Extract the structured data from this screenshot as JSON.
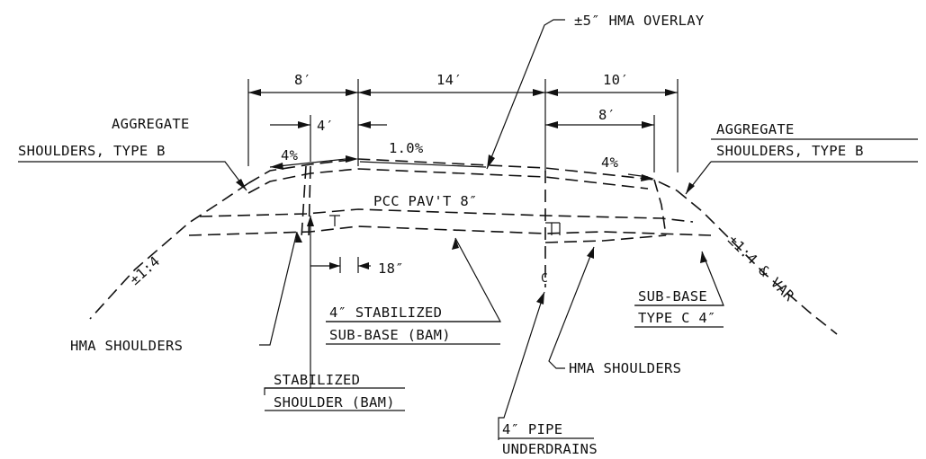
{
  "labels": {
    "hma_overlay": "±5″ HMA OVERLAY",
    "dim_8": "8′",
    "dim_14": "14′",
    "dim_10": "10′",
    "dim_4": "4′",
    "dim_8_right": "8′",
    "left_agg_line1": "AGGREGATE",
    "left_agg_line2": "SHOULDERS, TYPE B",
    "right_agg_line1": "AGGREGATE",
    "right_agg_line2": "SHOULDERS, TYPE B",
    "slope_4_left": "4%",
    "slope_1": "1.0%",
    "slope_4_right": "4%",
    "pcc": "PCC PAV'T 8″",
    "side_slope_left": "±1:4",
    "side_slope_right": "±1:4 & VAR",
    "dim_18": "18″",
    "stab_subbase_line1": "4″ STABILIZED",
    "stab_subbase_line2": "SUB-BASE (BAM)",
    "subbase_line1": "SUB-BASE",
    "subbase_line2": "TYPE C 4″",
    "hma_shoulders_left": "HMA SHOULDERS",
    "hma_shoulders_right": "HMA SHOULDERS",
    "stab_shoulder_line1": "STABILIZED",
    "stab_shoulder_line2": "SHOULDER (BAM)",
    "pipe_line1": "4″ PIPE",
    "pipe_line2": "UNDERDRAINS",
    "centerline_mark": "C"
  }
}
